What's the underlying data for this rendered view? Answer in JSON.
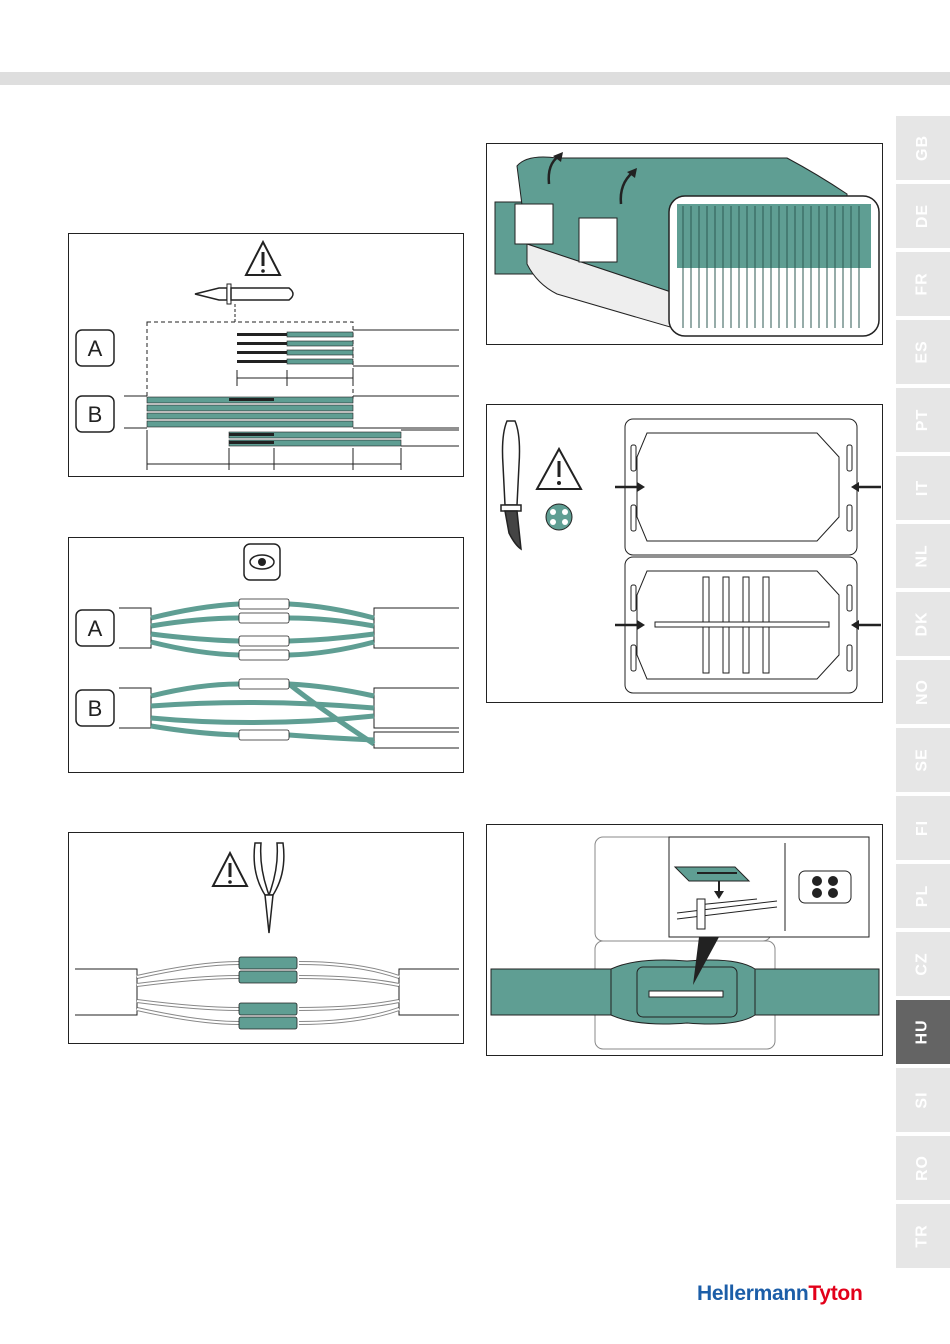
{
  "languages": [
    "GB",
    "DE",
    "FR",
    "ES",
    "PT",
    "IT",
    "NL",
    "DK",
    "NO",
    "SE",
    "FI",
    "PL",
    "CZ",
    "HU",
    "SI",
    "RO",
    "TR"
  ],
  "active_language": "HU",
  "brand": {
    "part1": "HellermannTyton",
    "part1_a": "Hellermann",
    "part1_b": "Tyton",
    "color_blue": "#1c5ea8",
    "color_red": "#e2001a"
  },
  "figures": {
    "strip_cable": {
      "label_a": "A",
      "label_b": "B",
      "icons": [
        "warning-icon",
        "knife-icon"
      ]
    },
    "inspect": {
      "label_a": "A",
      "label_b": "B",
      "icons": [
        "eye-icon"
      ]
    },
    "crimp": {
      "icons": [
        "warning-icon",
        "pliers-icon"
      ]
    },
    "open_box": {
      "icons": [
        "arrow-icon"
      ]
    },
    "trim_box": {
      "icons": [
        "knife-icon",
        "warning-icon",
        "cable-section-icon"
      ]
    },
    "assemble": {
      "icons": [
        "clip-icon",
        "connector-icon"
      ]
    }
  },
  "colors": {
    "teal": "#5f9e93",
    "tab_bg": "#e6e6e6",
    "tab_active": "#646464",
    "topbar": "#dedede"
  }
}
